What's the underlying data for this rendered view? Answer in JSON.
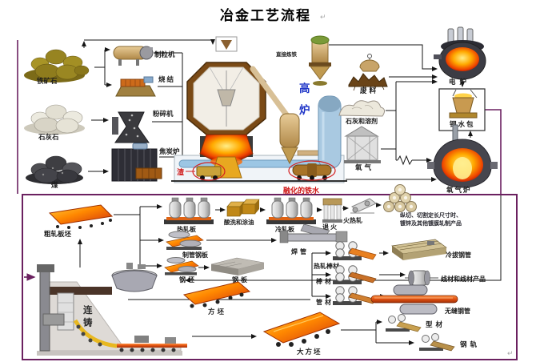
{
  "title": {
    "text": "冶金工艺流程",
    "mark": "↵"
  },
  "colors": {
    "accent_red": "#cf1515",
    "accent_blue": "#2238c8",
    "frame_purple": "#6b2160"
  },
  "raw_materials": {
    "iron_ore": "铁矿石",
    "limestone": "石灰石",
    "coal": "煤"
  },
  "prep": {
    "granulator": "制粒机",
    "sinter": "烧结",
    "crusher": "粉碎机",
    "coke_oven": "焦炭炉"
  },
  "ironmaking": {
    "blast_furnace": "高炉",
    "direct_iron": "直接炼铁",
    "slag": "渣",
    "molten_iron": "融化的铁水"
  },
  "steelmaking": {
    "scrap": "废料",
    "lime_flux": "石灰和溶剂",
    "oxygen": "氧气",
    "electric_furnace": "电炉",
    "ladle": "钢水包",
    "oxygen_furnace": "氧气炉"
  },
  "casting": {
    "continuous_casting": "连铸",
    "rough_slab": "粗轧板坯",
    "billet": "钢坯",
    "steel_plate": "钢板",
    "square_billet": "方坯",
    "bloom": "大方坯"
  },
  "rolling": {
    "hot_rolled_plate": "热轧板",
    "pickling_oiling": "酸洗和涂油",
    "cold_rolled_plate": "冷轧板",
    "annealing": "退火",
    "hot_rolling": "火热轧",
    "coated_line1": "纵切、切割定长尺寸时、",
    "coated_line2": "镀锌及其他镀膜轧制产品",
    "pipe_plate": "制管钢板",
    "welded_pipe": "焊管",
    "hot_rolled_bar": "热轧棒材",
    "bar": "棒材",
    "pipe": "管材",
    "cold_drawn_pipe": "冷拔钢管",
    "wire_products": "线材和线材产品",
    "seamless_pipe": "无缝钢管",
    "section": "型材",
    "rail": "钢轨"
  }
}
